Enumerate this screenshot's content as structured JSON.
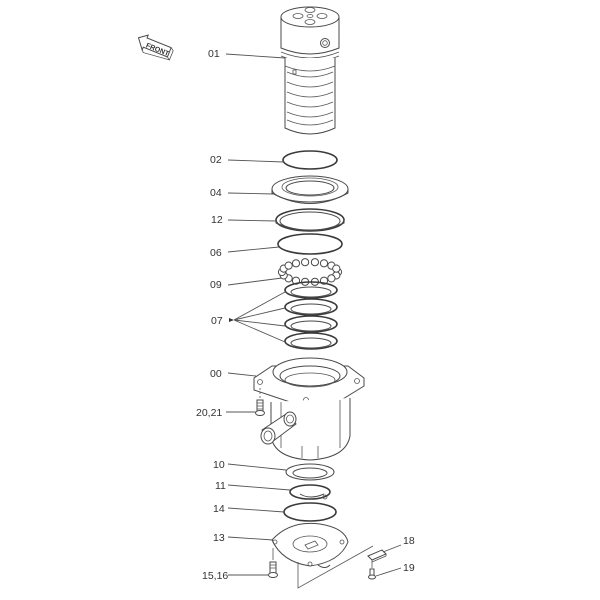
{
  "diagram": {
    "type": "exploded-parts-diagram",
    "orientation_marker": {
      "label": "FRONT",
      "icon": "front-arrow-icon"
    },
    "callouts": [
      {
        "id": "01",
        "label": "01",
        "part": "spool-assembly"
      },
      {
        "id": "02",
        "label": "02",
        "part": "o-ring"
      },
      {
        "id": "04",
        "label": "04",
        "part": "thrust-washer"
      },
      {
        "id": "12",
        "label": "12",
        "part": "seal-ring"
      },
      {
        "id": "06",
        "label": "06",
        "part": "o-ring"
      },
      {
        "id": "09",
        "label": "09",
        "part": "ball-bearing-race"
      },
      {
        "id": "07",
        "label": "07",
        "part": "seal-rings-x4"
      },
      {
        "id": "00",
        "label": "00",
        "part": "housing"
      },
      {
        "id": "20_21",
        "label": "20,21",
        "part": "bolt-washer"
      },
      {
        "id": "10",
        "label": "10",
        "part": "spacer-ring"
      },
      {
        "id": "11",
        "label": "11",
        "part": "snap-ring"
      },
      {
        "id": "14",
        "label": "14",
        "part": "o-ring"
      },
      {
        "id": "13",
        "label": "13",
        "part": "cover-plate"
      },
      {
        "id": "15_16",
        "label": "15,16",
        "part": "bolt-washer"
      },
      {
        "id": "18",
        "label": "18",
        "part": "lock-plate"
      },
      {
        "id": "19",
        "label": "19",
        "part": "screw"
      }
    ]
  }
}
